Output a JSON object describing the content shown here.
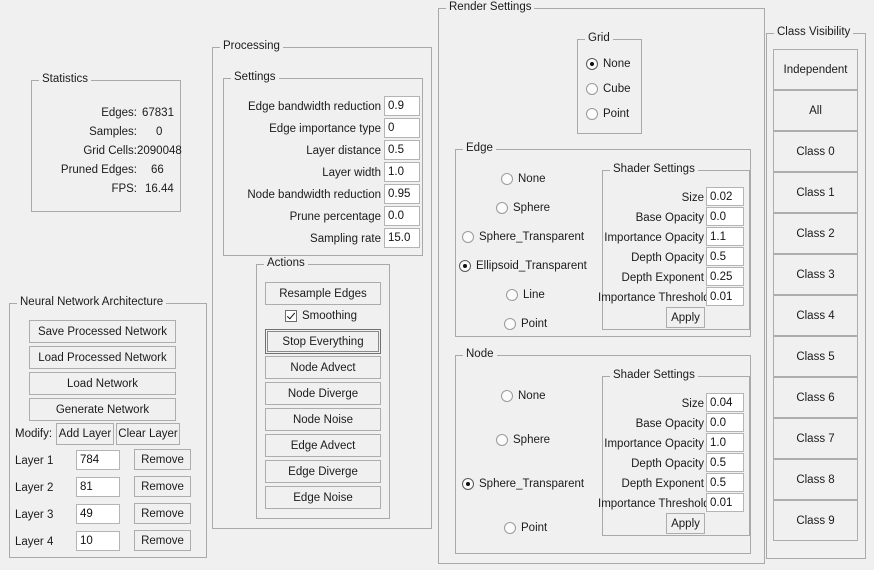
{
  "statistics": {
    "legend": "Statistics",
    "rows": [
      {
        "label": "Edges:",
        "value": "67831"
      },
      {
        "label": "Samples:",
        "value": "0"
      },
      {
        "label": "Grid Cells:",
        "value": "2090048"
      },
      {
        "label": "Pruned Edges:",
        "value": "66"
      },
      {
        "label": "FPS:",
        "value": "16.44"
      }
    ]
  },
  "network": {
    "legend": "Neural Network Architecture",
    "buttons": [
      "Save Processed Network",
      "Load Processed Network",
      "Load Network",
      "Generate Network"
    ],
    "modify_label": "Modify:",
    "add_layer": "Add Layer",
    "clear_layer": "Clear Layer",
    "remove_label": "Remove",
    "layers": [
      {
        "label": "Layer 1",
        "value": "784"
      },
      {
        "label": "Layer 2",
        "value": "81"
      },
      {
        "label": "Layer 3",
        "value": "49"
      },
      {
        "label": "Layer 4",
        "value": "10"
      }
    ]
  },
  "processing": {
    "legend": "Processing",
    "settings": {
      "legend": "Settings",
      "rows": [
        {
          "label": "Edge bandwidth reduction",
          "value": "0.9"
        },
        {
          "label": "Edge importance type",
          "value": "0"
        },
        {
          "label": "Layer distance",
          "value": "0.5"
        },
        {
          "label": "Layer width",
          "value": "1.0"
        },
        {
          "label": "Node bandwidth reduction",
          "value": "0.95"
        },
        {
          "label": "Prune percentage",
          "value": "0.0"
        },
        {
          "label": "Sampling rate",
          "value": "15.0"
        }
      ]
    },
    "actions": {
      "legend": "Actions",
      "resample": "Resample Edges",
      "smoothing_label": "Smoothing",
      "smoothing_checked": true,
      "buttons": [
        "Stop Everything",
        "Node Advect",
        "Node Diverge",
        "Node Noise",
        "Edge Advect",
        "Edge Diverge",
        "Edge Noise"
      ],
      "focused_button": "Stop Everything"
    }
  },
  "render": {
    "legend": "Render Settings",
    "grid": {
      "legend": "Grid",
      "options": [
        "None",
        "Cube",
        "Point"
      ],
      "selected": "None"
    },
    "edge": {
      "legend": "Edge",
      "options": [
        "None",
        "Sphere",
        "Sphere_Transparent",
        "Ellipsoid_Transparent",
        "Line",
        "Point"
      ],
      "selected": "Ellipsoid_Transparent",
      "shader": {
        "legend": "Shader Settings",
        "rows": [
          {
            "label": "Size",
            "value": "0.02"
          },
          {
            "label": "Base Opacity",
            "value": "0.0"
          },
          {
            "label": "Importance Opacity",
            "value": "1.1"
          },
          {
            "label": "Depth Opacity",
            "value": "0.5"
          },
          {
            "label": "Depth Exponent",
            "value": "0.25"
          },
          {
            "label": "Importance Threshold",
            "value": "0.01"
          }
        ],
        "apply": "Apply"
      }
    },
    "node": {
      "legend": "Node",
      "options": [
        "None",
        "Sphere",
        "Sphere_Transparent",
        "Point"
      ],
      "selected": "Sphere_Transparent",
      "shader": {
        "legend": "Shader Settings",
        "rows": [
          {
            "label": "Size",
            "value": "0.04"
          },
          {
            "label": "Base Opacity",
            "value": "0.0"
          },
          {
            "label": "Importance Opacity",
            "value": "1.0"
          },
          {
            "label": "Depth Opacity",
            "value": "0.5"
          },
          {
            "label": "Depth Exponent",
            "value": "0.5"
          },
          {
            "label": "Importance Threshold",
            "value": "0.01"
          }
        ],
        "apply": "Apply"
      }
    }
  },
  "class_visibility": {
    "legend": "Class Visibility",
    "buttons": [
      "Independent",
      "All",
      "Class 0",
      "Class 1",
      "Class 2",
      "Class 3",
      "Class 4",
      "Class 5",
      "Class 6",
      "Class 7",
      "Class 8",
      "Class 9"
    ]
  }
}
